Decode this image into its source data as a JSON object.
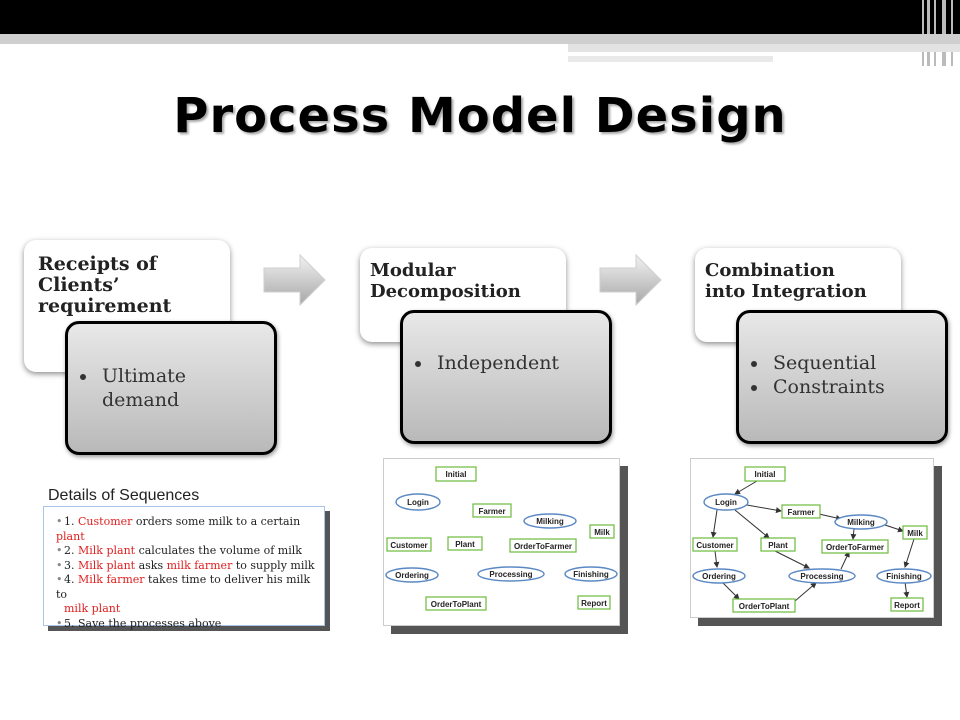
{
  "slide": {
    "title": "Process  Model Design"
  },
  "phases": [
    {
      "title_line1": "Receipts of",
      "title_line2": "Clients’",
      "title_line3": "requirement",
      "bullets": [
        "Ultimate",
        "demand"
      ]
    },
    {
      "title_line1": "Modular",
      "title_line2": "Decomposition",
      "bullets": [
        "Independent"
      ]
    },
    {
      "title_line1": "Combination",
      "title_line2": "into Integration",
      "bullets": [
        "Sequential",
        "Constraints"
      ]
    }
  ],
  "sequences": {
    "heading": "Details of Sequences",
    "items": [
      {
        "num": "1. ",
        "red1": "Customer",
        "text1": " orders some milk to a certain ",
        "red2": "plant",
        "text2": ""
      },
      {
        "num": "2. ",
        "red1": "Milk plant",
        "text1": " calculates the volume of milk",
        "red2": "",
        "text2": ""
      },
      {
        "num": "3. ",
        "red1": "Milk plant",
        "text1": " asks ",
        "red2": "milk farmer",
        "text2": " to supply milk"
      },
      {
        "num": "4. ",
        "red1": "Milk farmer",
        "text1": " takes time to deliver his milk to",
        "red2": "",
        "text2": ""
      },
      {
        "num": "",
        "red1": "milk plant",
        "text1": "",
        "red2": "",
        "text2": ""
      },
      {
        "num": "5. ",
        "red1": "",
        "text1": "Save the processes above",
        "red2": "",
        "text2": ""
      }
    ]
  },
  "graph_nodes": {
    "initial": "Initial",
    "login": "Login",
    "farmer": "Farmer",
    "milking": "Milking",
    "milk": "Milk",
    "customer": "Customer",
    "plant": "Plant",
    "order_to_farmer": "OrderToFarmer",
    "ordering": "Ordering",
    "processing": "Processing",
    "finishing": "Finishing",
    "order_to_plant": "OrderToPlant",
    "report": "Report"
  },
  "colors": {
    "accent_red": "#e02020",
    "node_green": "#6cbb3c",
    "node_blue": "#5a88c4"
  }
}
